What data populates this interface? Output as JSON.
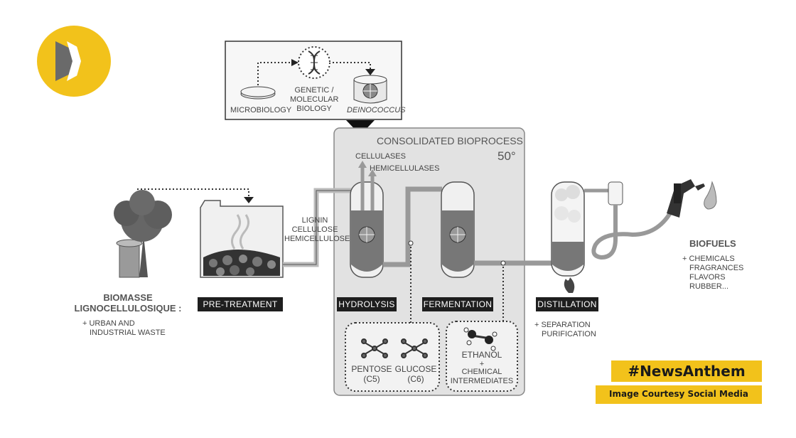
{
  "top_inset": {
    "microbiology": "MICROBIOLOGY",
    "genetic_line1": "GENETIC /",
    "genetic_line2": "MOLECULAR",
    "genetic_line3": "BIOLOGY",
    "deinococcus": "DEINOCOCCUS"
  },
  "bioprocess": {
    "title": "CONSOLIDATED BIOPROCESS",
    "temperature": "50°",
    "cellulases": "CELLULASES",
    "hemicellulases": "HEMICELLULASES"
  },
  "biomass": {
    "line1": "BIOMASSE",
    "line2": "LIGNOCELLULOSIQUE :",
    "note1": "+ URBAN AND",
    "note2": "INDUSTRIAL WASTE"
  },
  "stream": {
    "lignin": "LIGNIN",
    "cellulose": "CELLULOSE",
    "hemicellulose": "HEMICELLULOSE"
  },
  "steps": {
    "pretreatment": "PRE-TREATMENT",
    "hydrolysis": "HYDROLYSIS",
    "fermentation": "FERMENTATION",
    "distillation": "DISTILLATION"
  },
  "sugars": {
    "pentose_line1": "PENTOSE",
    "pentose_line2": "(C5)",
    "glucose_line1": "GLUCOSE",
    "glucose_line2": "(C6)"
  },
  "products": {
    "ethanol": "ETHANOL",
    "plus": "+",
    "chem_line1": "CHEMICAL",
    "chem_line2": "INTERMEDIATES"
  },
  "distillation_note": {
    "line1": "+ SEPARATION",
    "line2": "PURIFICATION"
  },
  "biofuels": {
    "title": "BIOFUELS",
    "item1": "+ CHEMICALS",
    "item2": "FRAGRANCES",
    "item3": "FLAVORS",
    "item4": "RUBBER..."
  },
  "overlay": {
    "hashtag": "#NewsAnthem",
    "courtesy": "Image Courtesy Social Media"
  },
  "colors": {
    "brand_yellow": "#f2c21b",
    "label_box": "#1e1e1e"
  },
  "icons": [
    "play-logo-icon",
    "petri-dish-icon",
    "dna-icon",
    "deinococcus-dish-icon",
    "tree-icon",
    "fuel-nozzle-icon",
    "flame-icon",
    "molecule-icon"
  ]
}
